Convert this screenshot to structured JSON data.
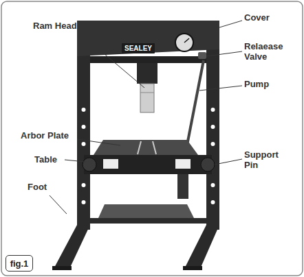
{
  "diagram": {
    "nodes": [
      {
        "text": [
          "SEALEY"
        ]
      },
      {
        "text": [
          "fig.1"
        ]
      }
    ],
    "labels": [
      "Ram Head",
      "Cover",
      "Relaease Valve",
      "Pump",
      "Arbor Plate",
      "Table",
      "Support Pin",
      "Foot"
    ]
  }
}
